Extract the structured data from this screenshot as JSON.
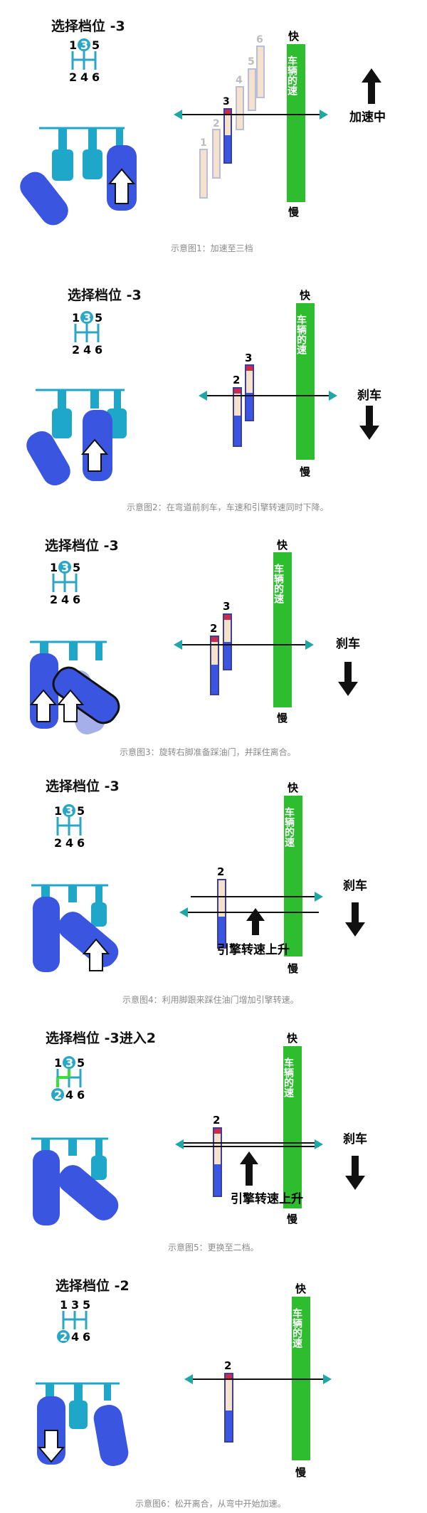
{
  "panels": [
    {
      "title": "选择档位 -3",
      "caption": "示意图1：加速至三档",
      "state": "加速中",
      "fast": "快",
      "slow": "慢",
      "bar": "车辆的速"
    },
    {
      "title": "选择档位 -3",
      "caption": "示意图2：在弯道前刹车，车速和引擎转速同时下降。",
      "state": "刹车",
      "fast": "快",
      "slow": "慢",
      "bar": "车辆的速"
    },
    {
      "title": "选择档位 -3",
      "caption": "示意图3：旋转右脚准备踩油门，并踩住离合。",
      "state": "刹车",
      "fast": "快",
      "slow": "慢",
      "bar": "车辆的速"
    },
    {
      "title": "选择档位 -3",
      "caption": "示意图4：利用脚跟来踩住油门增加引擎转速。",
      "state": "刹车",
      "fast": "快",
      "slow": "慢",
      "bar": "车辆的速",
      "rpm": "引擎转速上升"
    },
    {
      "title": "选择档位 -3进入2",
      "caption": "示意图5：更换至二档。",
      "state": "刹车",
      "fast": "快",
      "slow": "慢",
      "bar": "车辆的速",
      "rpm": "引擎转速上升"
    },
    {
      "title": "选择档位 -2",
      "caption": "示意图6：松开离合，从弯中开始加速。",
      "fast": "快",
      "slow": "慢",
      "bar": "车辆的速"
    }
  ],
  "gear_pattern": {
    "top": [
      "1",
      "3",
      "5"
    ],
    "bottom": [
      "2",
      "4",
      "6"
    ]
  },
  "gear_labels": {
    "g1": "1",
    "g2": "2",
    "g3": "3",
    "g4": "4",
    "g5": "5",
    "g6": "6"
  },
  "colors": {
    "pedal": "#3a55e0",
    "pedal_light": "#1fa7c9",
    "selector": "#2aa6c6",
    "bar": "#2ebd2e",
    "arrow": "#1fa6a6"
  }
}
